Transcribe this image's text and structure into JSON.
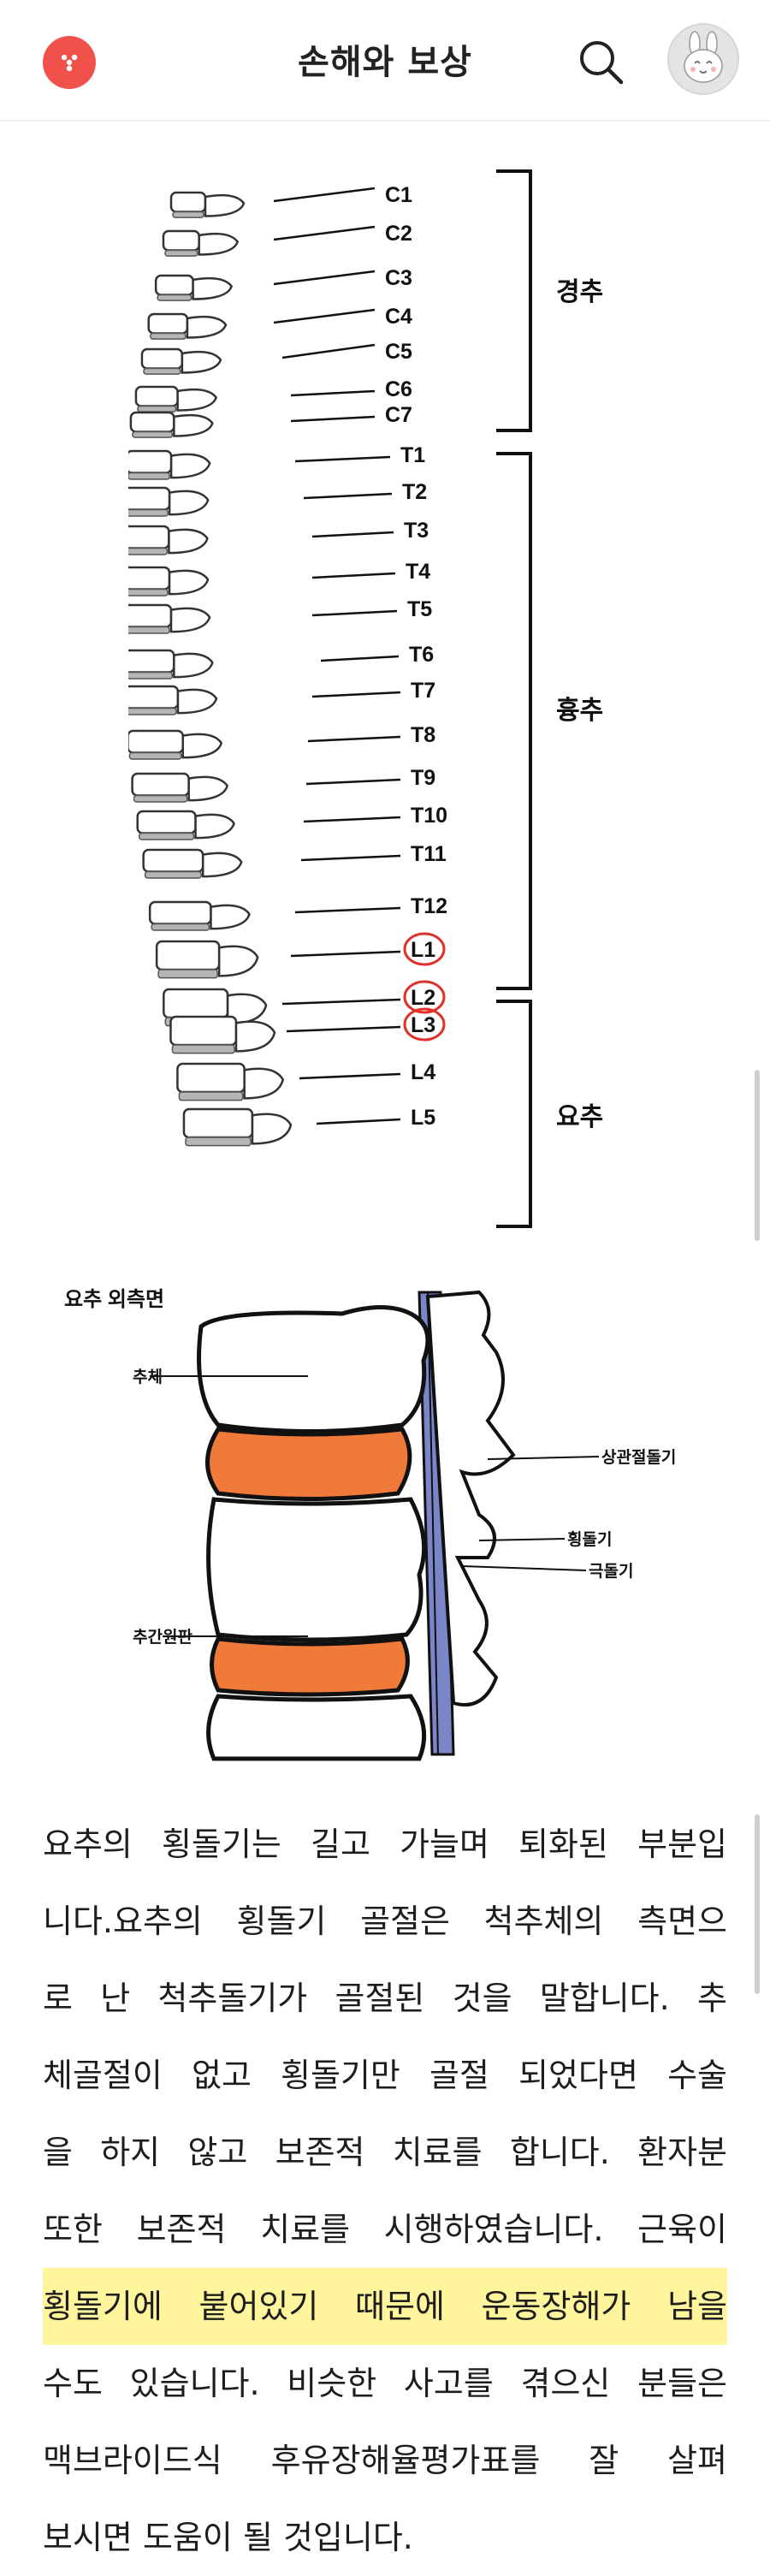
{
  "header": {
    "title": "손해와 보상",
    "menu_icon": "menu-dots-icon",
    "search_icon": "search-icon",
    "avatar_icon": "avatar-icon",
    "menu_color": "#f0524b"
  },
  "spine_figure": {
    "cervical": [
      "C1",
      "C2",
      "C3",
      "C4",
      "C5",
      "C6",
      "C7"
    ],
    "thoracic": [
      "T1",
      "T2",
      "T3",
      "T4",
      "T5",
      "T6",
      "T7",
      "T8",
      "T9",
      "T10",
      "T11",
      "T12"
    ],
    "lumbar": [
      "L1",
      "L2",
      "L3",
      "L4",
      "L5"
    ],
    "circled": [
      "L1",
      "L2",
      "L3"
    ],
    "region_labels": {
      "cervical": "경추",
      "thoracic": "흉추",
      "lumbar": "요추"
    },
    "circle_color": "#e0302a"
  },
  "lumbar_figure": {
    "caption": "요추 외측면",
    "labels": {
      "body": "추체",
      "disc": "추간원판",
      "superior_articular": "상관절돌기",
      "transverse": "횡돌기",
      "spinous": "극돌기"
    },
    "disc_color": "#f07a3a"
  },
  "article": {
    "lines": [
      "요추의 횡돌기는 길고 가늘며 퇴화된 부분입",
      "니다.요추의 횡돌기 골절은 척추체의 측면으",
      "로 난 척추돌기가 골절된 것을 말합니다. 추",
      "체골절이 없고 횡돌기만 골절 되었다면 수술",
      "을 하지 않고 보존적 치료를 합니다. 환자분",
      "또한 보존적 치료를 시행하였습니다. 근육이",
      "횡돌기에 붙어있기 때문에 운동장해가 남을",
      "수도 있습니다. 비슷한 사고를 겪으신 분들은",
      "맥브라이드식 후유장해율평가표를 잘 살펴",
      "보시면 도움이 될 것입니다."
    ],
    "highlight_line_index": 6,
    "highlight_color": "#fff59c"
  }
}
